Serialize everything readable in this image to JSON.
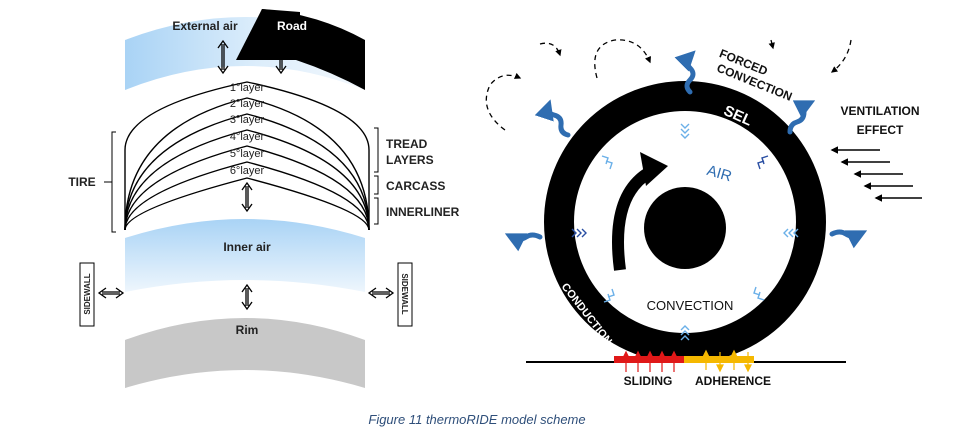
{
  "left_diagram": {
    "external_air": "External air",
    "road": "Road",
    "layers": [
      "1°layer",
      "2°layer",
      "3°layer",
      "4°layer",
      "5°layer",
      "6°layer"
    ],
    "tire": "TIRE",
    "tread_layers_1": "TREAD",
    "tread_layers_2": "LAYERS",
    "carcass": "CARCASS",
    "innerliner": "INNERLINER",
    "inner_air": "Inner air",
    "sidewall": "SIDEWALL",
    "rim": "Rim"
  },
  "right_diagram": {
    "forced_convection_1": "FORCED",
    "forced_convection_2": "CONVECTION",
    "ventilation_1": "VENTILATION",
    "ventilation_2": "EFFECT",
    "sel": "SEL",
    "air": "AIR",
    "convection": "CONVECTION",
    "conduction": "CONDUCTION",
    "sliding": "SLIDING",
    "adherence": "ADHERENCE"
  },
  "caption": "Figure 11 thermoRIDE model scheme",
  "colors": {
    "air_blue": "#bcdcf5",
    "rim_grey": "#c8c8c8",
    "wave_blue": "#2f6db1",
    "sliding_red": "#e01818",
    "adherence_yellow": "#f5b800",
    "caption_blue": "#2f4f7a"
  }
}
